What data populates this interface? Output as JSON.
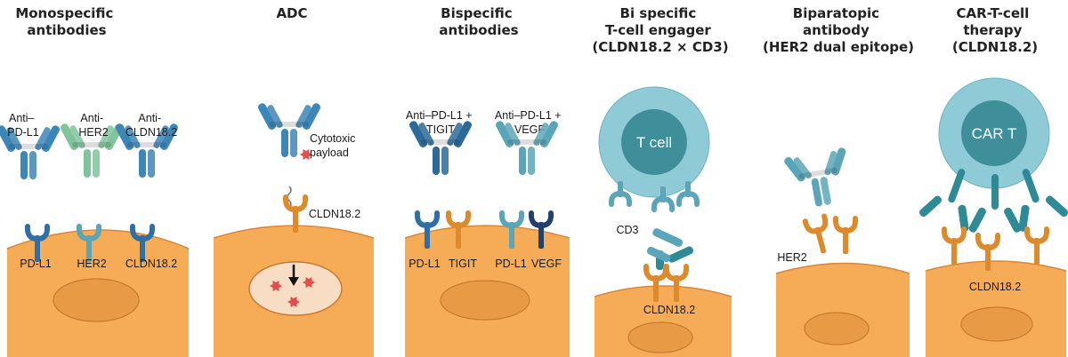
{
  "colors": {
    "cell_outer": "#f6ac57",
    "cell_top": "#f0a248",
    "membrane": "#d8863a",
    "nucleus": "#e99a44",
    "nucleus_edge": "#c97a30",
    "antibody_blue": "#3d86b8",
    "antibody_blue_dark": "#2b6a99",
    "antibody_green": "#7fc49a",
    "antibody_teal": "#5aa6b8",
    "antibody_teal_dark": "#2e8a95",
    "receptor_blue": "#2f6fa6",
    "receptor_orange": "#dd8a2c",
    "receptor_navy": "#24406f",
    "receptor_teal": "#4b9aa8",
    "tcell_outer": "#8fcbd6",
    "tcell_inner": "#3f8f9b",
    "payload": "#e14f4f"
  },
  "panels": [
    {
      "title": [
        "Monospecific",
        "antibodies"
      ],
      "antibodies": [
        {
          "label": [
            "Anti–",
            "PD-L1"
          ]
        },
        {
          "label": [
            "Anti-",
            "HER2"
          ]
        },
        {
          "label": [
            "Anti-",
            "CLDN18.2"
          ]
        }
      ],
      "receptors": [
        "PD-L1",
        "HER2",
        "CLDN18.2"
      ]
    },
    {
      "title": [
        "ADC"
      ],
      "payload_label": [
        "Cytotoxic",
        "payload"
      ],
      "receptors": [
        "CLDN18.2"
      ]
    },
    {
      "title": [
        "Bispecific",
        "antibodies"
      ],
      "antibodies": [
        {
          "label": [
            "Anti–PD-L1 +",
            "TIGIT"
          ]
        },
        {
          "label": [
            "Anti–PD-L1 +",
            "VEGF"
          ]
        }
      ],
      "receptors": [
        "PD-L1",
        "TIGIT",
        "PD-L1",
        "VEGF"
      ]
    },
    {
      "title": [
        "Bi specific",
        "T-cell engager",
        "(CLDN18.2 × CD3)"
      ],
      "cell_label": "T cell",
      "cd3_label": "CD3",
      "receptors": [
        "CLDN18.2"
      ]
    },
    {
      "title": [
        "Biparatopic",
        "antibody",
        "(HER2 dual epitope)"
      ],
      "receptors": [
        "HER2"
      ]
    },
    {
      "title": [
        "CAR-T-cell",
        "therapy",
        "(CLDN18.2)"
      ],
      "cell_label": "CAR T",
      "receptors": [
        "CLDN18.2"
      ]
    }
  ]
}
